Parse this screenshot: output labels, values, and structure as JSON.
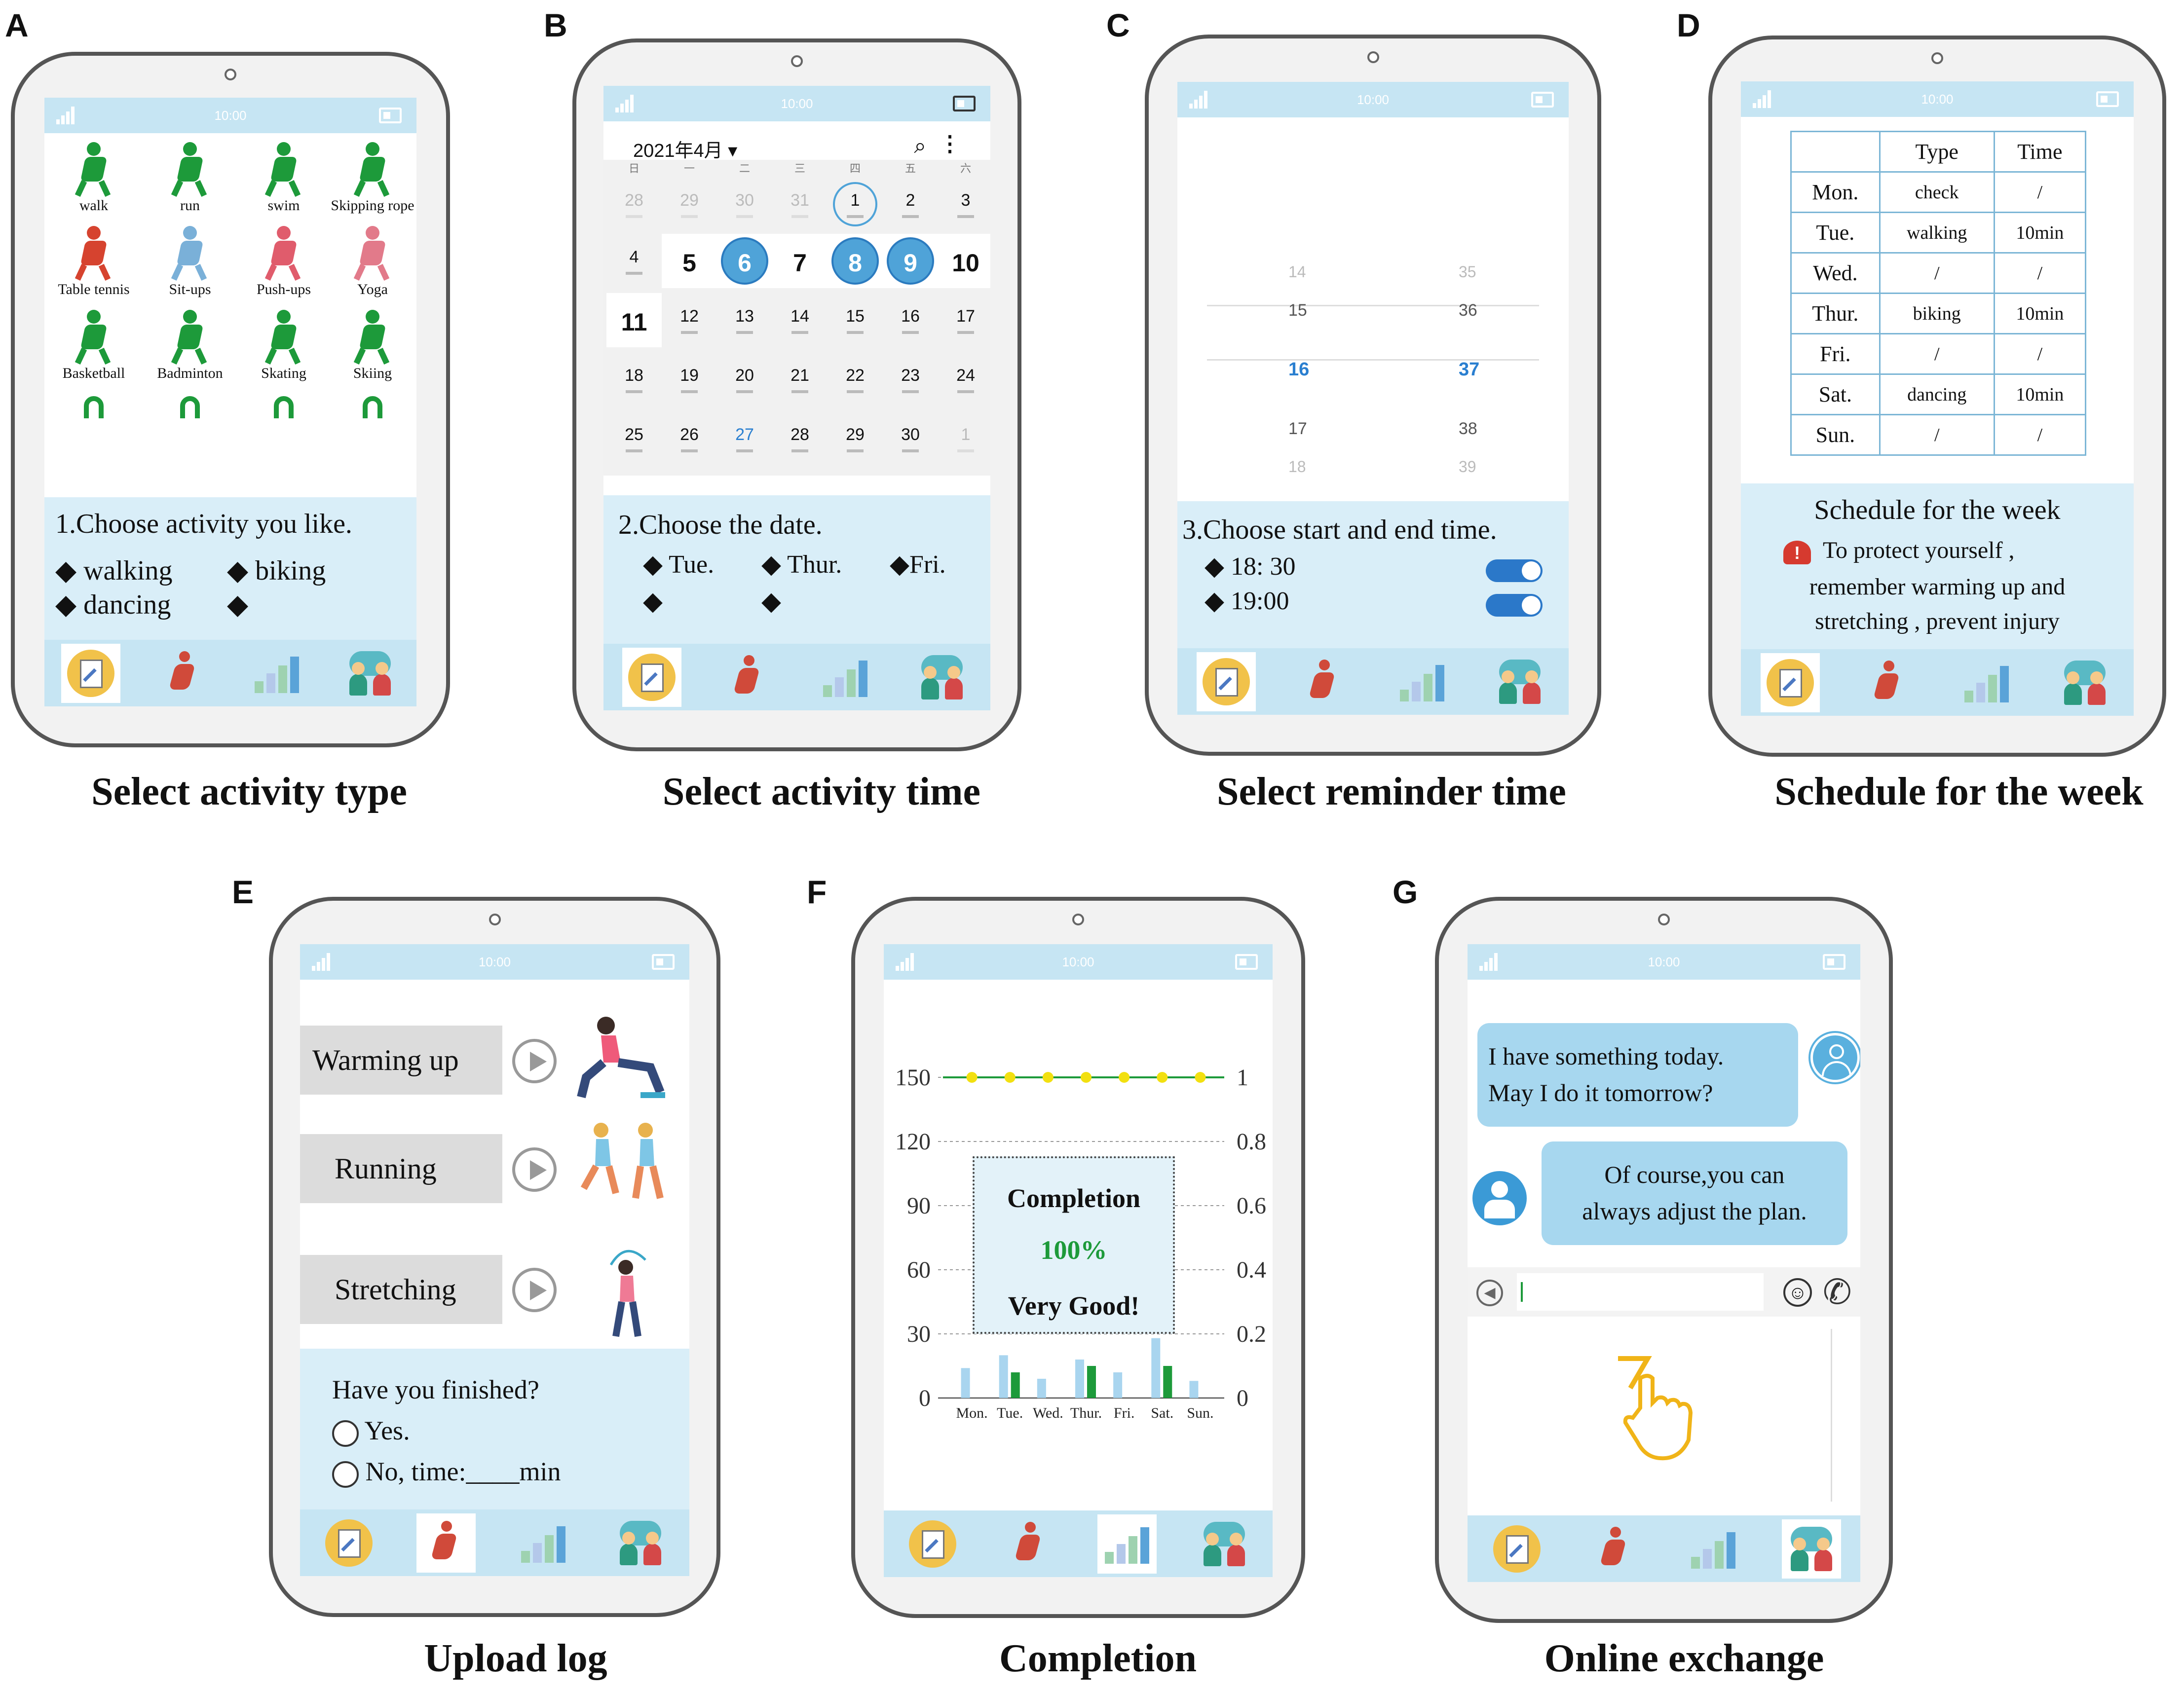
{
  "panels": {
    "A": {
      "letter": "A",
      "caption": "Select activity type",
      "activities": [
        "walk",
        "run",
        "swim",
        "Skipping rope",
        "Table tennis",
        "Sit-ups",
        "Push-ups",
        "Yoga",
        "Basketball",
        "Badminton",
        "Skating",
        "Skiing"
      ],
      "prompt": "1.Choose activity you like.",
      "choices": [
        "walking",
        "biking",
        "dancing"
      ]
    },
    "B": {
      "letter": "B",
      "caption": "Select activity time",
      "month": "2021年4月",
      "week_head": [
        "日",
        "一",
        "二",
        "三",
        "四",
        "五",
        "六"
      ],
      "rows": [
        [
          "28",
          "29",
          "30",
          "31",
          "1",
          "2",
          "3"
        ],
        [
          "4",
          "5",
          "6",
          "7",
          "8",
          "9",
          "10"
        ],
        [
          "11",
          "12",
          "13",
          "14",
          "15",
          "16",
          "17"
        ],
        [
          "18",
          "19",
          "20",
          "21",
          "22",
          "23",
          "24"
        ],
        [
          "25",
          "26",
          "27",
          "28",
          "29",
          "30",
          "1"
        ]
      ],
      "prompt": "2.Choose the date.",
      "choices": [
        "Tue.",
        "Thur.",
        "Fri."
      ]
    },
    "C": {
      "letter": "C",
      "caption": "Select reminder time",
      "hours": [
        "14",
        "15",
        "16",
        "17",
        "18"
      ],
      "minutes": [
        "35",
        "36",
        "37",
        "38",
        "39"
      ],
      "prompt": "3.Choose start and end time.",
      "times": [
        "18: 30",
        "19:00"
      ]
    },
    "D": {
      "letter": "D",
      "caption": "Schedule for the week",
      "headers": [
        "",
        "Type",
        "Time"
      ],
      "rows": [
        [
          "Mon.",
          "check",
          "/"
        ],
        [
          "Tue.",
          "walking",
          "10min"
        ],
        [
          "Wed.",
          "/",
          "/"
        ],
        [
          "Thur.",
          "biking",
          "10min"
        ],
        [
          "Fri.",
          "/",
          "/"
        ],
        [
          "Sat.",
          "dancing",
          "10min"
        ],
        [
          "Sun.",
          "/",
          "/"
        ]
      ],
      "title": "Schedule for the week",
      "warning": "To protect yourself ,",
      "warning2": "remember warming up and",
      "warning3": "stretching , prevent injury"
    },
    "E": {
      "letter": "E",
      "caption": "Upload log",
      "items": [
        "Warming up",
        "Running",
        "Stretching"
      ],
      "question": "Have you finished?",
      "opt_yes": "Yes.",
      "opt_no": "No, time:____min"
    },
    "F": {
      "letter": "F",
      "caption": "Completion",
      "box_title": "Completion",
      "box_value": "100%",
      "box_note": "Very Good!"
    },
    "G": {
      "letter": "G",
      "caption": "Online exchange",
      "msg_user_1": "I have something today.",
      "msg_user_2": "May I do it tomorrow?",
      "msg_doc_1": "Of course,you can",
      "msg_doc_2": "always adjust the plan.",
      "hand_number": "7"
    }
  },
  "status_time": "10:00",
  "colors": {
    "bar": "#c6e5f3",
    "accent": "#4fa3d8",
    "green": "#1d9a3a",
    "yellow": "#f2e010"
  },
  "chart_data": {
    "type": "bar",
    "categories": [
      "Mon.",
      "Tue.",
      "Wed.",
      "Thur.",
      "Fri.",
      "Sat.",
      "Sun."
    ],
    "series": [
      {
        "values": [
          14,
          20,
          9,
          18,
          12,
          28,
          8
        ]
      },
      {
        "values": [
          0,
          12,
          0,
          15,
          0,
          15,
          0
        ]
      }
    ],
    "line_values": [
      1,
      1,
      1,
      1,
      1,
      1,
      1
    ],
    "yticks_left": [
      "150",
      "120",
      "90",
      "60",
      "30",
      "0"
    ],
    "yticks_right": [
      "1",
      "0.8",
      "0.6",
      "0.4",
      "0.2",
      "0"
    ],
    "ylim": [
      0,
      150
    ],
    "y2lim": [
      0,
      1
    ],
    "grid": true
  }
}
